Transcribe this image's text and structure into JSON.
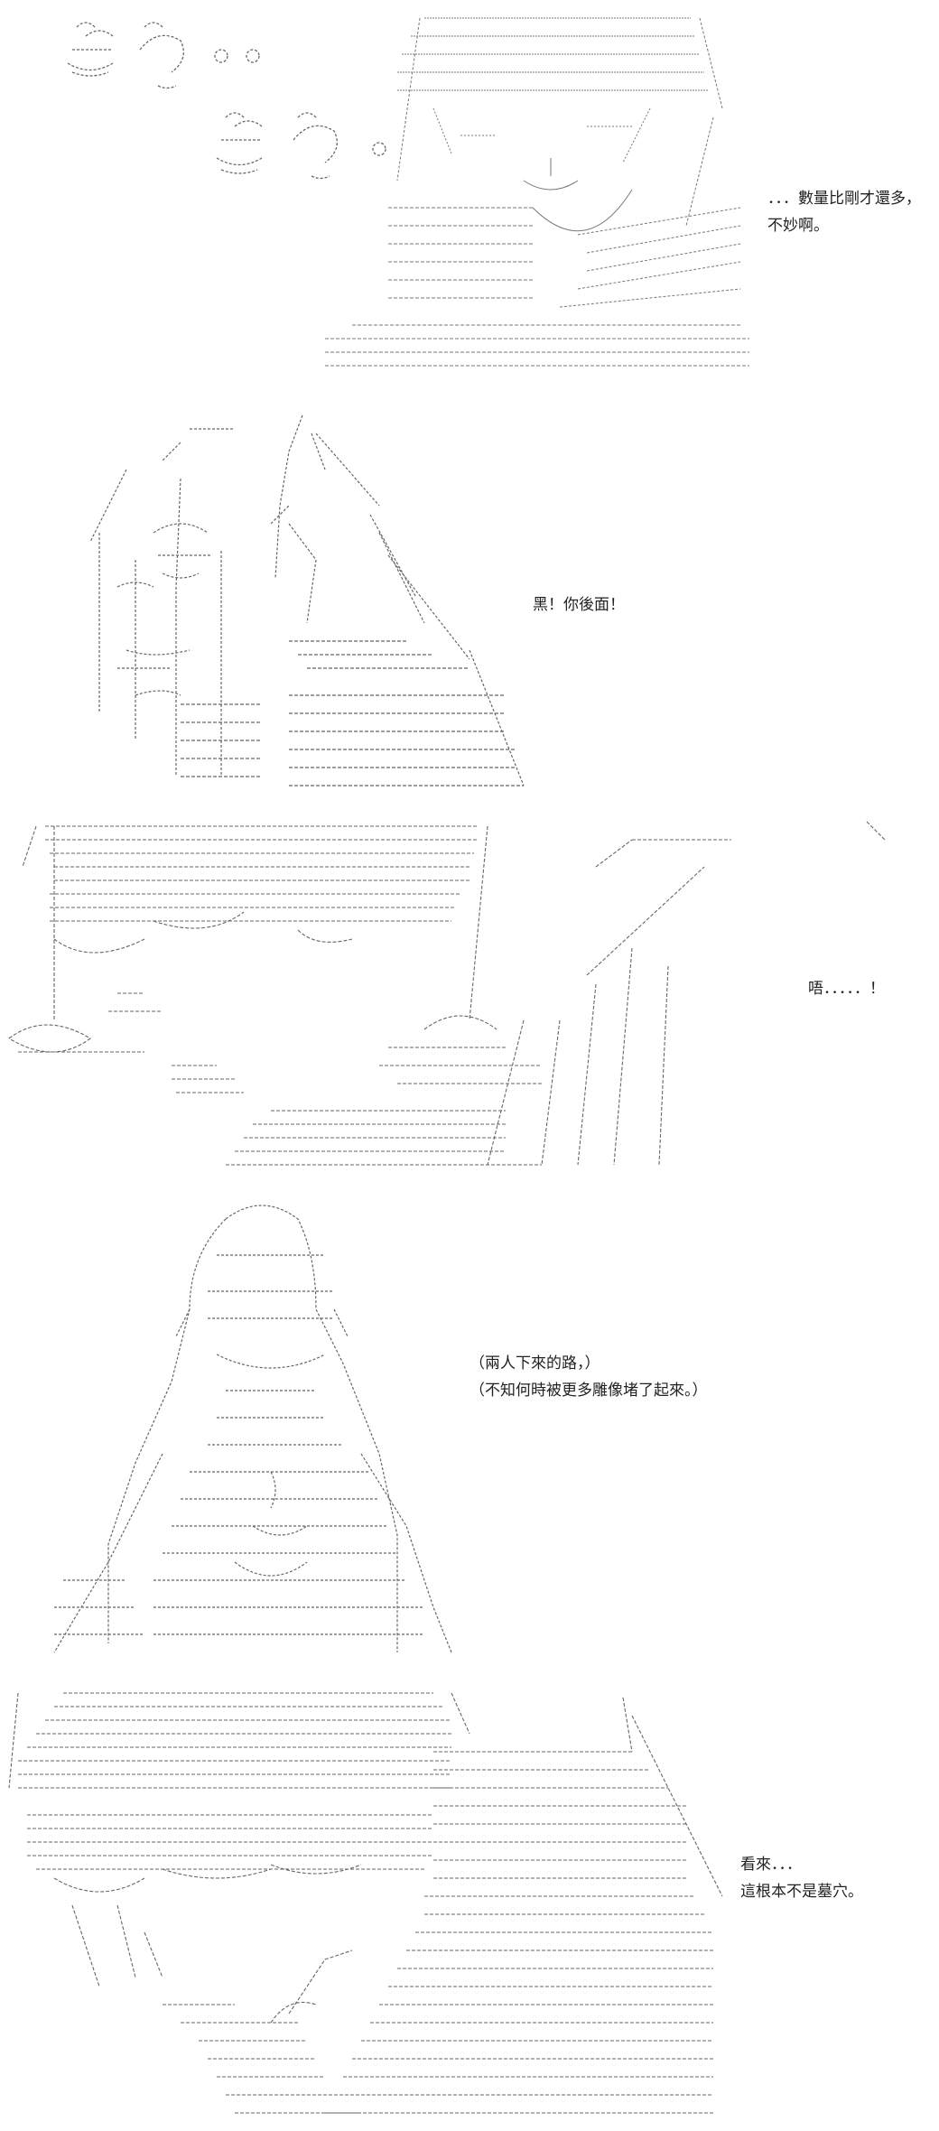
{
  "panels": [
    {
      "captions": [
        "．．．數量比剛才還多，",
        "不妙啊。"
      ]
    },
    {
      "captions": [
        "黑！你後面！"
      ]
    },
    {
      "captions": [
        "唔．．．．．！"
      ]
    },
    {
      "captions": [
        "（兩人下來的路，）",
        "（不知何時被更多雕像堵了起來。）"
      ]
    },
    {
      "captions": [
        "看來．．．",
        "這根本不是墓穴。"
      ]
    }
  ],
  "colors": {
    "background": "#ffffff",
    "line_art": "#666666",
    "text": "#222222"
  },
  "icons": [
    "ascii-art-character",
    "ascii-art-statue",
    "ascii-art-wall"
  ]
}
